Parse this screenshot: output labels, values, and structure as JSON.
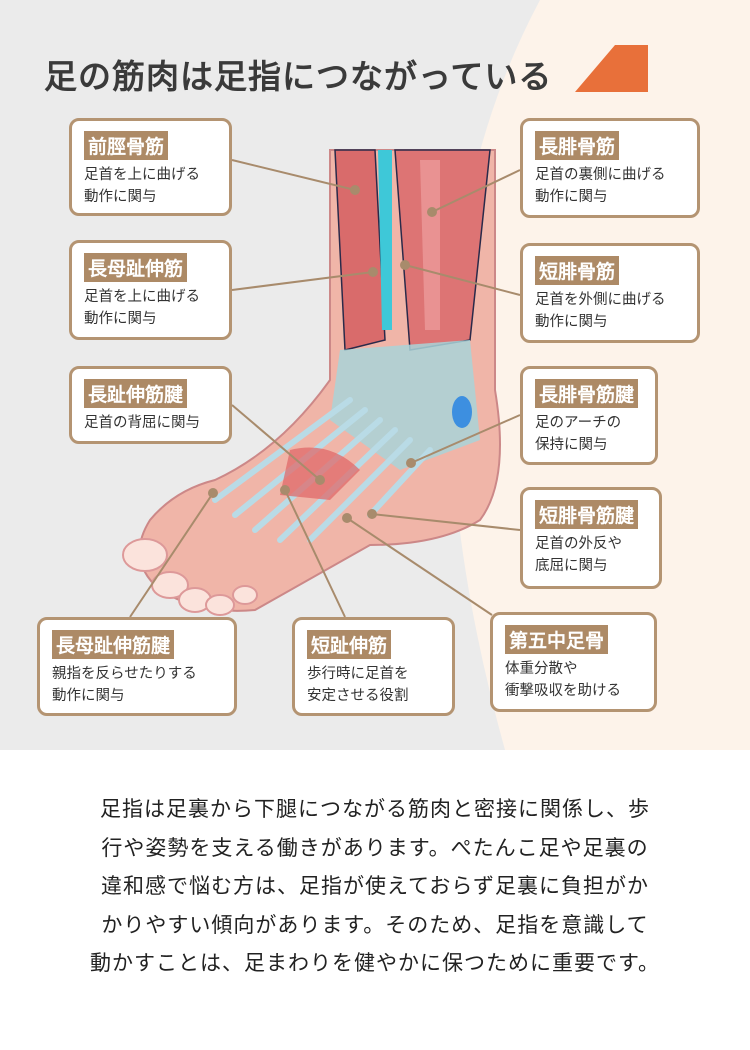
{
  "title": "足の筋肉は足指につながっている",
  "colors": {
    "accent": "#e8703a",
    "label_bg": "#ad8a66",
    "border": "#b49472",
    "bg_gray": "#ebebeb",
    "bg_beige": "#fdf3ea"
  },
  "labels": [
    {
      "name": "前脛骨筋",
      "desc": "足首を上に曲げる\n動作に関与"
    },
    {
      "name": "長母趾伸筋",
      "desc": "足首を上に曲げる\n動作に関与"
    },
    {
      "name": "長趾伸筋腱",
      "desc": "足首の背屈に関与"
    },
    {
      "name": "長腓骨筋",
      "desc": "足首の裏側に曲げる\n動作に関与"
    },
    {
      "name": "短腓骨筋",
      "desc": "足首を外側に曲げる\n動作に関与"
    },
    {
      "name": "長腓骨筋腱",
      "desc": "足のアーチの\n保持に関与"
    },
    {
      "name": "短腓骨筋腱",
      "desc": "足首の外反や\n底屈に関与"
    },
    {
      "name": "長母趾伸筋腱",
      "desc": "親指を反らせたりする\n動作に関与"
    },
    {
      "name": "短趾伸筋",
      "desc": "歩行時に足首を\n安定させる役割"
    },
    {
      "name": "第五中足骨",
      "desc": "体重分散や\n衝撃吸収を助ける"
    }
  ],
  "body": "足指は足裏から下腿につながる筋肉と密接に関係し、歩\n行や姿勢を支える働きがあります。ぺたんこ足や足裏の\n違和感で悩む方は、足指が使えておらず足裏に負担がか\nかりやすい傾向があります。そのため、足指を意識して\n動かすことは、足まわりを健やかに保つために重要です。"
}
